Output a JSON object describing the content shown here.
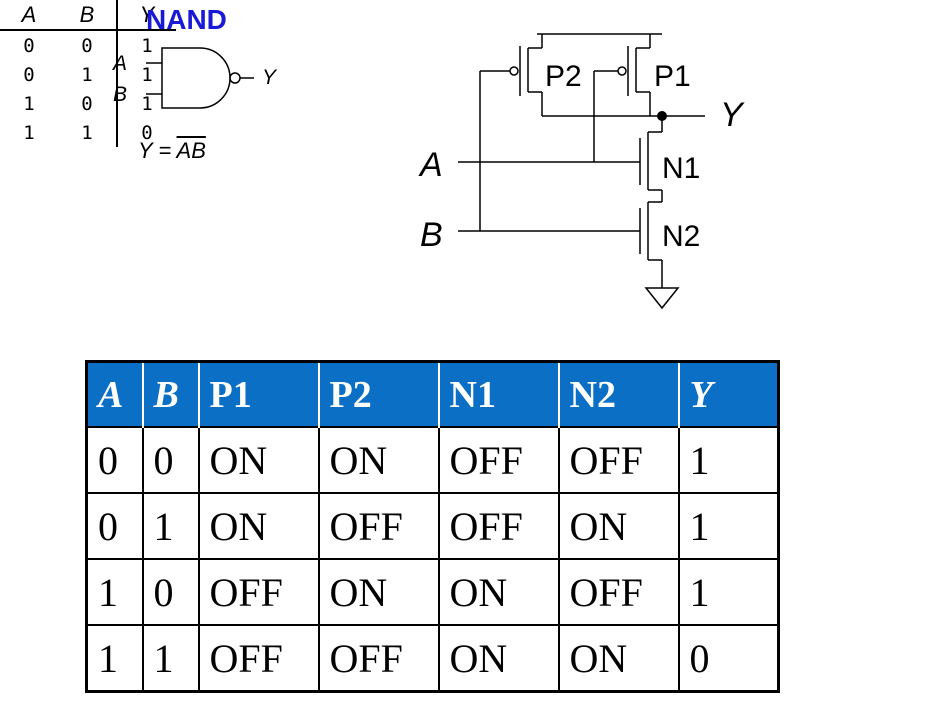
{
  "gate": {
    "title": "NAND",
    "input_a": "A",
    "input_b": "B",
    "output": "Y",
    "equation_prefix": "Y = ",
    "equation_bar": "AB"
  },
  "truth_table": {
    "headers": [
      "A",
      "B",
      "Y"
    ],
    "rows": [
      [
        "0",
        "0",
        "1"
      ],
      [
        "0",
        "1",
        "1"
      ],
      [
        "1",
        "0",
        "1"
      ],
      [
        "1",
        "1",
        "0"
      ]
    ]
  },
  "circuit": {
    "input_a": "A",
    "input_b": "B",
    "output": "Y",
    "transistors": [
      "P2",
      "P1",
      "N1",
      "N2"
    ]
  },
  "switch_table": {
    "headers": [
      "A",
      "B",
      "P1",
      "P2",
      "N1",
      "N2",
      "Y"
    ],
    "rows": [
      [
        "0",
        "0",
        "ON",
        "ON",
        "OFF",
        "OFF",
        "1"
      ],
      [
        "0",
        "1",
        "ON",
        "OFF",
        "OFF",
        "ON",
        "1"
      ],
      [
        "1",
        "0",
        "OFF",
        "ON",
        "ON",
        "OFF",
        "1"
      ],
      [
        "1",
        "1",
        "OFF",
        "OFF",
        "ON",
        "ON",
        "0"
      ]
    ],
    "header_color": "#0b6fc6"
  }
}
